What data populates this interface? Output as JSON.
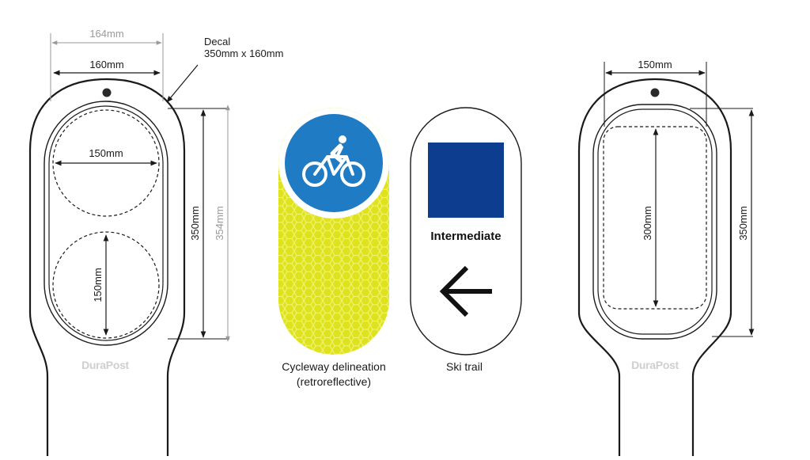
{
  "left_post": {
    "dim_outer_width": "164mm",
    "dim_inner_width": "160mm",
    "decal_label_line1": "Decal",
    "decal_label_line2": "350mm x 160mm",
    "dim_circle_width": "150mm",
    "dim_circle_height": "150mm",
    "dim_inner_height": "350mm",
    "dim_outer_height": "354mm",
    "brand": "DuraPost"
  },
  "cycleway_sign": {
    "caption_line1": "Cycleway delineation",
    "caption_line2": "(retroreflective)",
    "icon": "bicycle-icon",
    "colors": {
      "blue": "#1e7bc4",
      "yellow": "#dfe31e"
    }
  },
  "ski_sign": {
    "label": "Intermediate",
    "caption": "Ski trail",
    "icon": "arrow-left-icon",
    "colors": {
      "square": "#0d3d8e"
    }
  },
  "right_post": {
    "dim_width": "150mm",
    "dim_inner_height": "300mm",
    "dim_height": "350mm",
    "brand": "DuraPost"
  }
}
